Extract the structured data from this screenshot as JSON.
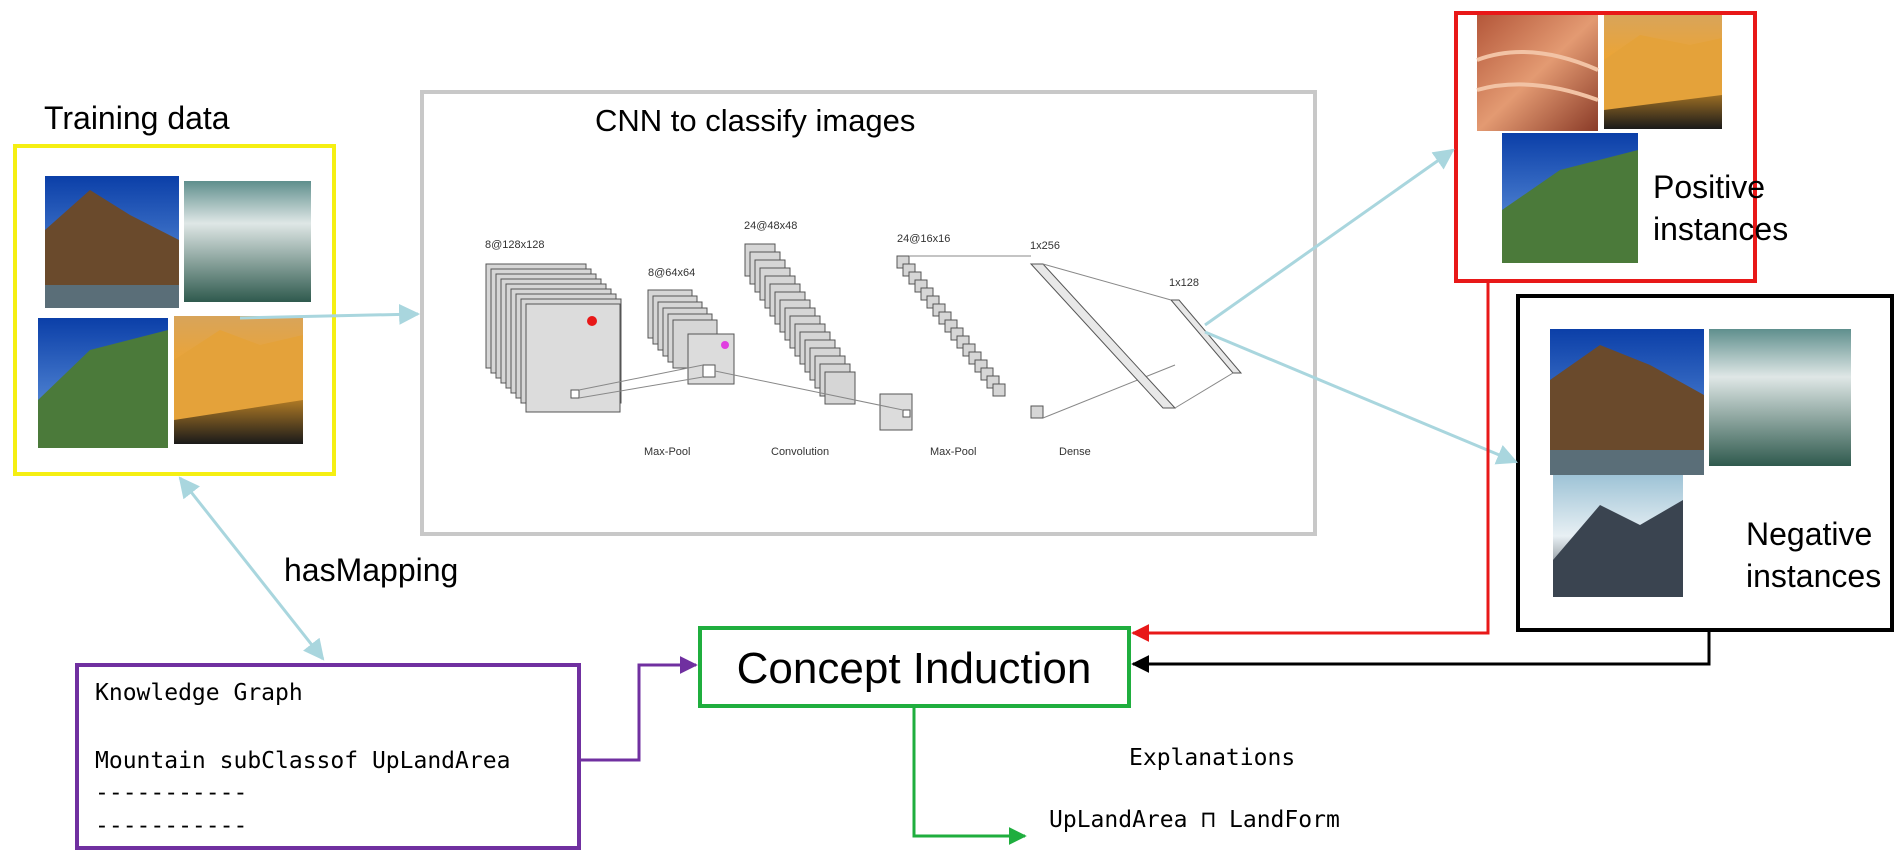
{
  "training": {
    "label": "Training data"
  },
  "cnn": {
    "title": "CNN to classify images",
    "dims": [
      "8@128x128",
      "8@64x64",
      "24@48x48",
      "24@16x16",
      "1x256",
      "1x128"
    ],
    "layers": [
      "Max-Pool",
      "Convolution",
      "Max-Pool",
      "Dense"
    ]
  },
  "positive": {
    "label_line1": "Positive",
    "label_line2": "instances"
  },
  "negative": {
    "label_line1": "Negative",
    "label_line2": "instances"
  },
  "mapping": {
    "label": "hasMapping"
  },
  "knowledge_graph": {
    "title": "Knowledge Graph",
    "axiom": "Mountain subClassof UpLandArea",
    "placeholder_1": "-----------",
    "placeholder_2": "-----------"
  },
  "concept_induction": {
    "label": "Concept Induction"
  },
  "explanations": {
    "heading": "Explanations",
    "result": "UpLandArea ⊓ LandForm"
  },
  "colors": {
    "training_border": "#f5ef12",
    "positive_border": "#e81818",
    "negative_border": "#000000",
    "concept_border": "#1fae3e",
    "kg_border": "#7030a0",
    "arrow_light": "#a9d6de",
    "cnn_border": "#c8c8c8"
  }
}
